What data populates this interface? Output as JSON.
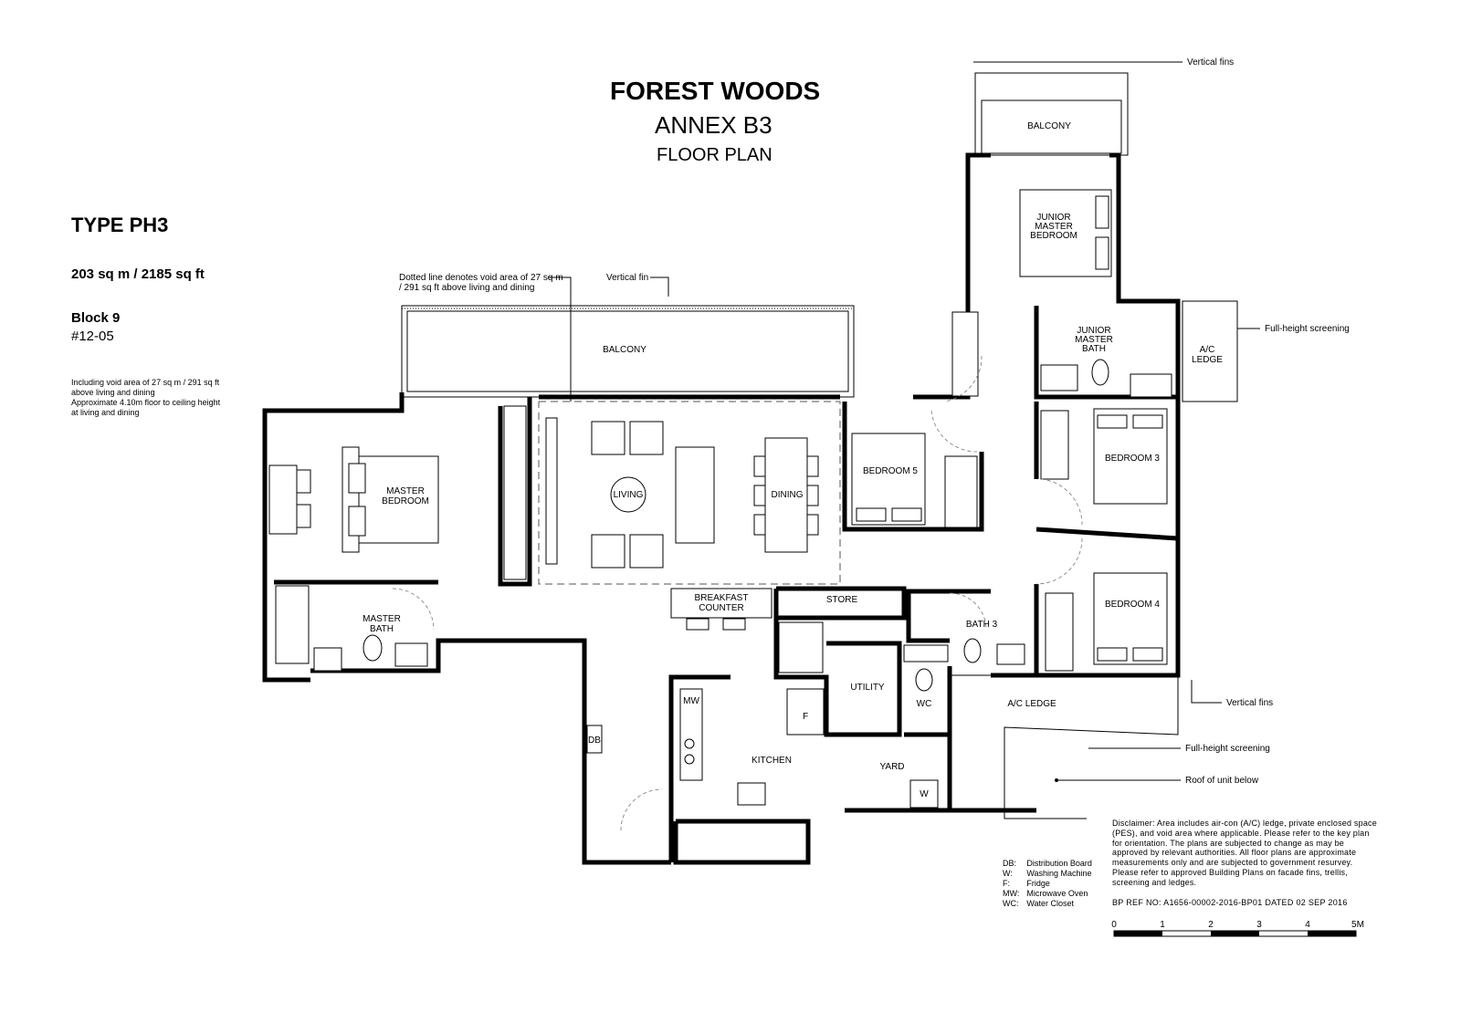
{
  "header": {
    "project": "FOREST WOODS",
    "annex": "ANNEX B3",
    "subtitle": "FLOOR PLAN"
  },
  "unit": {
    "type": "TYPE PH3",
    "area": "203 sq m / 2185 sq ft",
    "block": "Block 9",
    "unit_no": "#12-05",
    "notes": [
      "Including void area of 27 sq m / 291 sq ft",
      "above living and dining",
      "Approximate 4.10m floor to ceiling height",
      "at living and dining"
    ]
  },
  "rooms": {
    "balcony_main": "BALCONY",
    "balcony_top": "BALCONY",
    "master_bedroom": [
      "MASTER",
      "BEDROOM"
    ],
    "master_bath": [
      "MASTER",
      "BATH"
    ],
    "living": "LIVING",
    "dining": "DINING",
    "breakfast_counter": [
      "BREAKFAST",
      "COUNTER"
    ],
    "store": "STORE",
    "kitchen": "KITCHEN",
    "utility": "UTILITY",
    "wc": "WC",
    "yard": "YARD",
    "bath3": "BATH 3",
    "bedroom5": "BEDROOM 5",
    "bedroom3": "BEDROOM 3",
    "bedroom4": "BEDROOM 4",
    "junior_master_bedroom": [
      "JUNIOR",
      "MASTER",
      "BEDROOM"
    ],
    "junior_master_bath": [
      "JUNIOR",
      "MASTER",
      "BATH"
    ],
    "ac_ledge_right": [
      "A/C",
      "LEDGE"
    ],
    "ac_ledge_bottom": "A/C LEDGE",
    "mw": "MW",
    "f": "F",
    "w": "W",
    "db": "DB",
    "wc_small": "WC"
  },
  "annotations": {
    "void_note": [
      "Dotted line denotes void area of 27 sq m",
      "/ 291 sq ft above living and dining"
    ],
    "vertical_fin": "Vertical fin",
    "vertical_fins_top": "Vertical fins",
    "full_height_screening_top": "Full-height screening",
    "vertical_fins_bottom": "Vertical fins",
    "full_height_screening_bottom": "Full-height screening",
    "roof_below": "Roof of unit below"
  },
  "legend": [
    {
      "abbr": "DB:",
      "meaning": "Distribution Board"
    },
    {
      "abbr": "W:",
      "meaning": "Washing Machine"
    },
    {
      "abbr": "F:",
      "meaning": "Fridge"
    },
    {
      "abbr": "MW:",
      "meaning": "Microwave Oven"
    },
    {
      "abbr": "WC:",
      "meaning": "Water Closet"
    }
  ],
  "disclaimer": "Disclaimer: Area includes air-con (A/C) ledge, private enclosed space (PES), and void area where applicable.  Please refer to the key plan for orientation.  The plans are subjected to change as may be approved by relevant authorities.  All floor plans are approximate measurements only and are subjected to government resurvey. Please refer to approved Building Plans on facade fins, trellis, screening and ledges.",
  "bp_ref": "BP REF NO:  A1656-00002-2016-BP01 DATED 02 SEP 2016",
  "scale": {
    "ticks": [
      "0",
      "1",
      "2",
      "3",
      "4",
      "5M"
    ]
  }
}
